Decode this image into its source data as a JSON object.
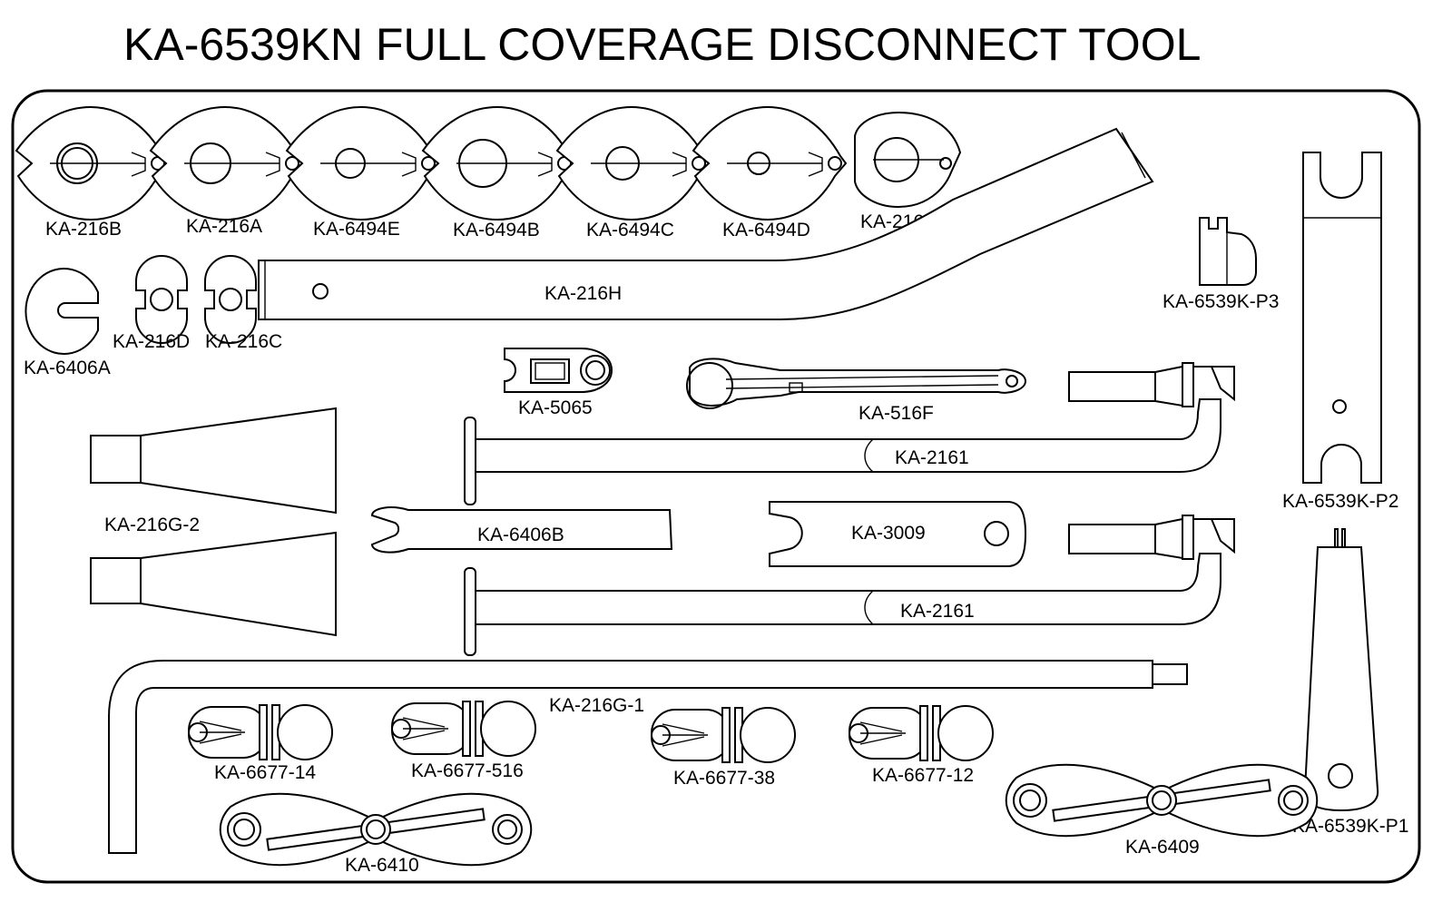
{
  "title": "KA-6539KN  FULL COVERAGE DISCONNECT TOOL",
  "labels": {
    "ka216b": "KA-216B",
    "ka216a": "KA-216A",
    "ka6494e": "KA-6494E",
    "ka6494b": "KA-6494B",
    "ka6494c": "KA-6494C",
    "ka6494d": "KA-6494D",
    "ka216e": "KA-216E",
    "ka216h": "KA-216H",
    "ka6406a": "KA-6406A",
    "ka216d": "KA-216D",
    "ka216c": "KA-216C",
    "ka6539kp3": "KA-6539K-P3",
    "ka5065": "KA-5065",
    "ka516f": "KA-516F",
    "ka2161_top": "KA-2161",
    "ka216g2": "KA-216G-2",
    "ka6406b": "KA-6406B",
    "ka3009": "KA-3009",
    "ka6539kp2": "KA-6539K-P2",
    "ka2161_bottom": "KA-2161",
    "ka216g1": "KA-216G-1",
    "ka667714": "KA-6677-14",
    "ka6677516": "KA-6677-516",
    "ka667738": "KA-6677-38",
    "ka667712": "KA-6677-12",
    "ka6410": "KA-6410",
    "ka6409": "KA-6409",
    "ka6539kp1": "KA-6539K-P1"
  }
}
